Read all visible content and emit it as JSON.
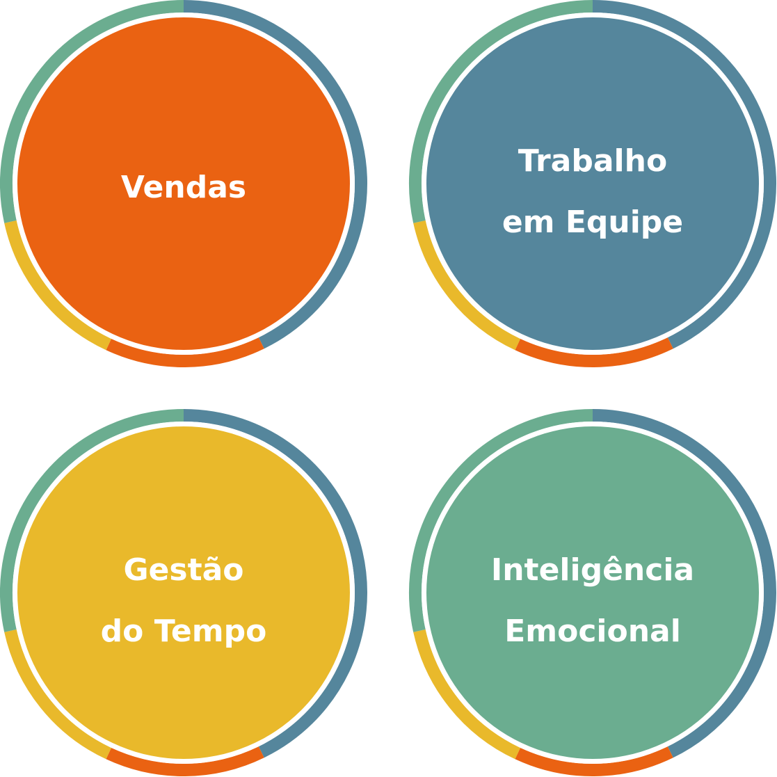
{
  "colors": {
    "orange": "#EA6212",
    "blue": "#55869C",
    "yellow": "#E9B92B",
    "green": "#6BAD90",
    "gap": "#FFFFFF"
  },
  "circles": [
    {
      "line1": "Vendas",
      "line2": "",
      "fill": "orange"
    },
    {
      "line1": "Trabalho",
      "line2": "em Equipe",
      "fill": "blue"
    },
    {
      "line1": "Gestão",
      "line2": "do Tempo",
      "fill": "yellow"
    },
    {
      "line1": "Inteligência",
      "line2": "Emocional",
      "fill": "green"
    }
  ]
}
